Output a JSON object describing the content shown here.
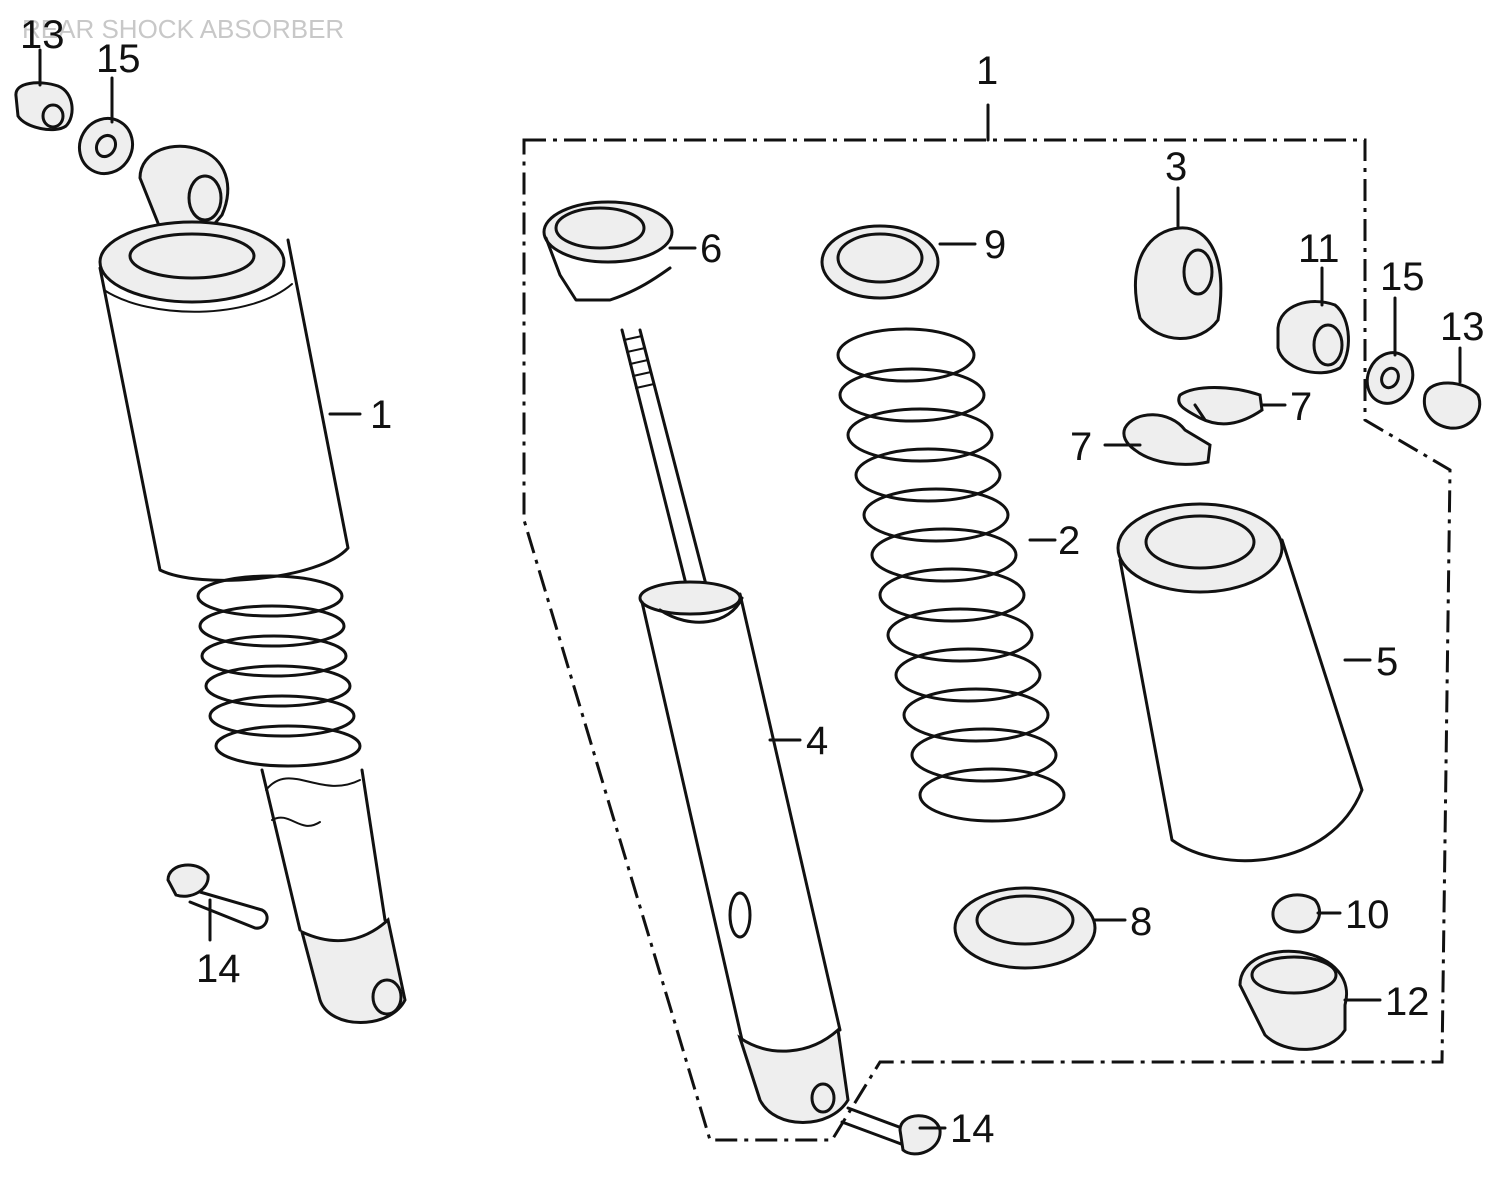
{
  "header": {
    "title": "REAR SHOCK ABSORBER"
  },
  "labels": {
    "left_13": "13",
    "left_15": "15",
    "left_1": "1",
    "left_14": "14",
    "top_1": "1",
    "p3": "3",
    "p6": "6",
    "p9": "9",
    "p11": "11",
    "right_15": "15",
    "right_13": "13",
    "p7a": "7",
    "p7b": "7",
    "p2": "2",
    "p5": "5",
    "p4": "4",
    "p8": "8",
    "p10": "10",
    "p12": "12",
    "bottom_14": "14"
  },
  "colors": {
    "ink": "#111111",
    "shade": "#eeeeee",
    "title": "#c8c8c8"
  }
}
